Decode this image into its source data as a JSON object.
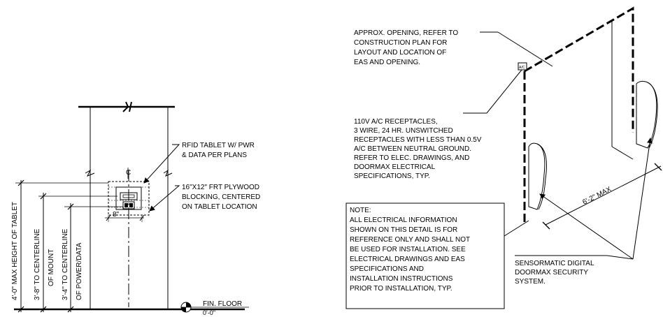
{
  "left_detail": {
    "rfid_note": [
      "RFID TABLET W/ PWR",
      "& DATA PER PLANS"
    ],
    "blocking_note": [
      "16\"X12\" FRT PLYWOOD",
      "BLOCKING, CENTERED",
      "ON TABLET LOCATION"
    ],
    "centerline_symbol": "C",
    "width_dim": "8\"",
    "dim_max_height": "4'-0\" MAX HEIGHT OF TABLET",
    "dim_mount": [
      "3'-8\" TO CENTERLINE",
      "OF MOUNT"
    ],
    "dim_power": [
      "3'-4\" TO CENTERLINE",
      "OF POWER/DATA"
    ],
    "floor_label": "FIN. FLOOR",
    "floor_elev": "0'-0\""
  },
  "right_detail": {
    "opening_note": [
      "APPROX. OPENING, REFER TO",
      "CONSTRUCTION PLAN FOR",
      "LAYOUT AND LOCATION OF",
      "EAS AND OPENING."
    ],
    "receptacle_note": [
      "110V A/C RECEPTACLES,",
      "3 WIRE, 24 HR. UNSWITCHED",
      "RECEPTACLES WITH LESS THAN 0.5V",
      "A/C BETWEEN NEUTRAL GROUND.",
      "REFER TO ELEC. DRAWINGS, AND",
      "DOORMAX ELECTRICAL",
      "SPECIFICATIONS, TYP."
    ],
    "note_box": [
      "NOTE:",
      "ALL ELECTRICAL INFORMATION",
      "SHOWN ON THIS DETAIL IS FOR",
      "REFERENCE ONLY AND SHALL NOT",
      "BE USED FOR INSTALLATION.  SEE",
      "ELECTRICAL DRAWINGS AND EAS",
      "SPECIFICATIONS AND",
      "INSTALLATION INSTRUCTIONS",
      "PRIOR TO INSTALLATION, TYP."
    ],
    "max_dim": "6'-2\" MAX",
    "sensormatic_note": [
      "SENSORMATIC DIGITAL",
      "DOORMAX SECURITY",
      "SYSTEM."
    ],
    "ac_label": "A/C"
  }
}
